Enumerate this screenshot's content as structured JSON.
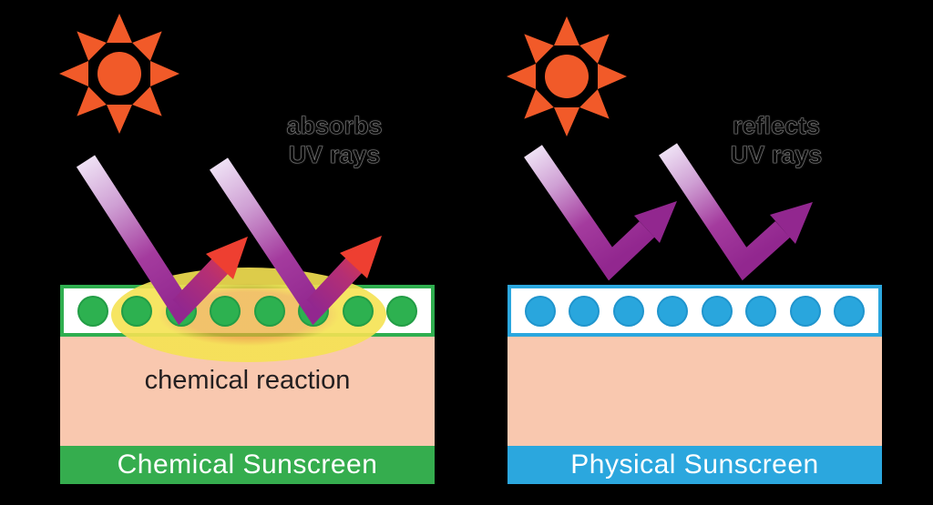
{
  "background_color": "#000000",
  "panels": {
    "chemical": {
      "annotation_line1": "absorbs",
      "annotation_line2": "UV rays",
      "skin_label": "chemical reaction",
      "title": "Chemical Sunscreen",
      "particle_count": 8,
      "accent_color": "#35ad4e",
      "particle_color": "#2db150",
      "skin_color": "#f9c8af",
      "highlight_outer_color": "#f5e252",
      "highlight_inner_color": "#ecaa32"
    },
    "physical": {
      "annotation_line1": "reflects",
      "annotation_line2": "UV rays",
      "title": "Physical Sunscreen",
      "particle_count": 8,
      "accent_color": "#2ba7de",
      "particle_color": "#29a6dd",
      "skin_color": "#f9c8af"
    }
  },
  "icons": {
    "sun_color": "#f15a29",
    "uv_ray_gradient_top": "#eee0f4",
    "uv_ray_gradient_bottom": "#92278f",
    "heat_arrow_color": "#ee3f31"
  },
  "text_colors": {
    "annotation": "#000000",
    "skin_label": "#231f20",
    "title": "#ffffff"
  }
}
